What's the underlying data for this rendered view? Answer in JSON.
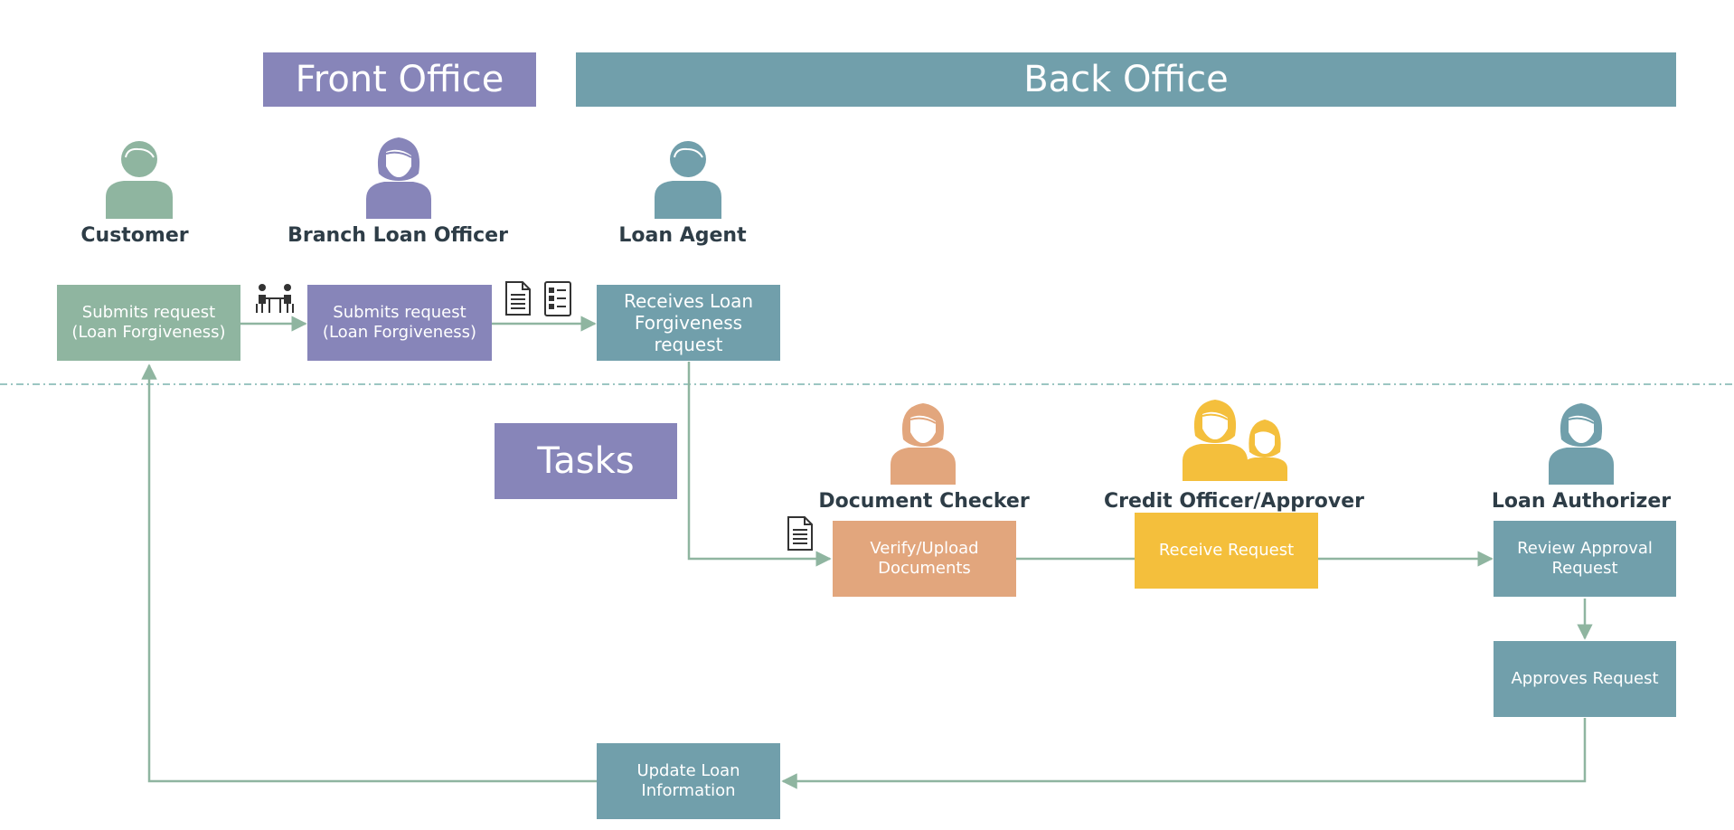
{
  "colors": {
    "green": "#8fb5a0",
    "purple": "#8785b9",
    "teal": "#719fab",
    "orange": "#e2a67d",
    "yellow": "#f4bf3c",
    "arrow": "#8fb5a0",
    "role_text": "#2e3d47",
    "divider": "#7ab3ad"
  },
  "headers": {
    "front_office": "Front Office",
    "back_office": "Back Office",
    "tasks": "Tasks"
  },
  "roles": {
    "customer": "Customer",
    "branch_loan_officer": "Branch Loan Officer",
    "loan_agent": "Loan Agent",
    "document_checker": "Document Checker",
    "credit_officer": "Credit Officer/Approver",
    "loan_authorizer": "Loan Authorizer"
  },
  "boxes": {
    "customer_submit": "Submits request\n(Loan Forgiveness)",
    "officer_submit": "Submits request\n(Loan Forgiveness)",
    "agent_receive": "Receives Loan\nForgiveness\nrequest",
    "verify_docs": "Verify/Upload\nDocuments",
    "receive_request": "Receive Request",
    "review_approval": "Review Approval\nRequest",
    "approves_request": "Approves Request",
    "update_loan": "Update Loan\nInformation"
  },
  "icons": {
    "meeting": "meeting-icon",
    "document": "document-icon",
    "checklist": "checklist-icon",
    "person_male": "person-male-icon",
    "person_female": "person-female-icon",
    "group": "group-icon"
  }
}
